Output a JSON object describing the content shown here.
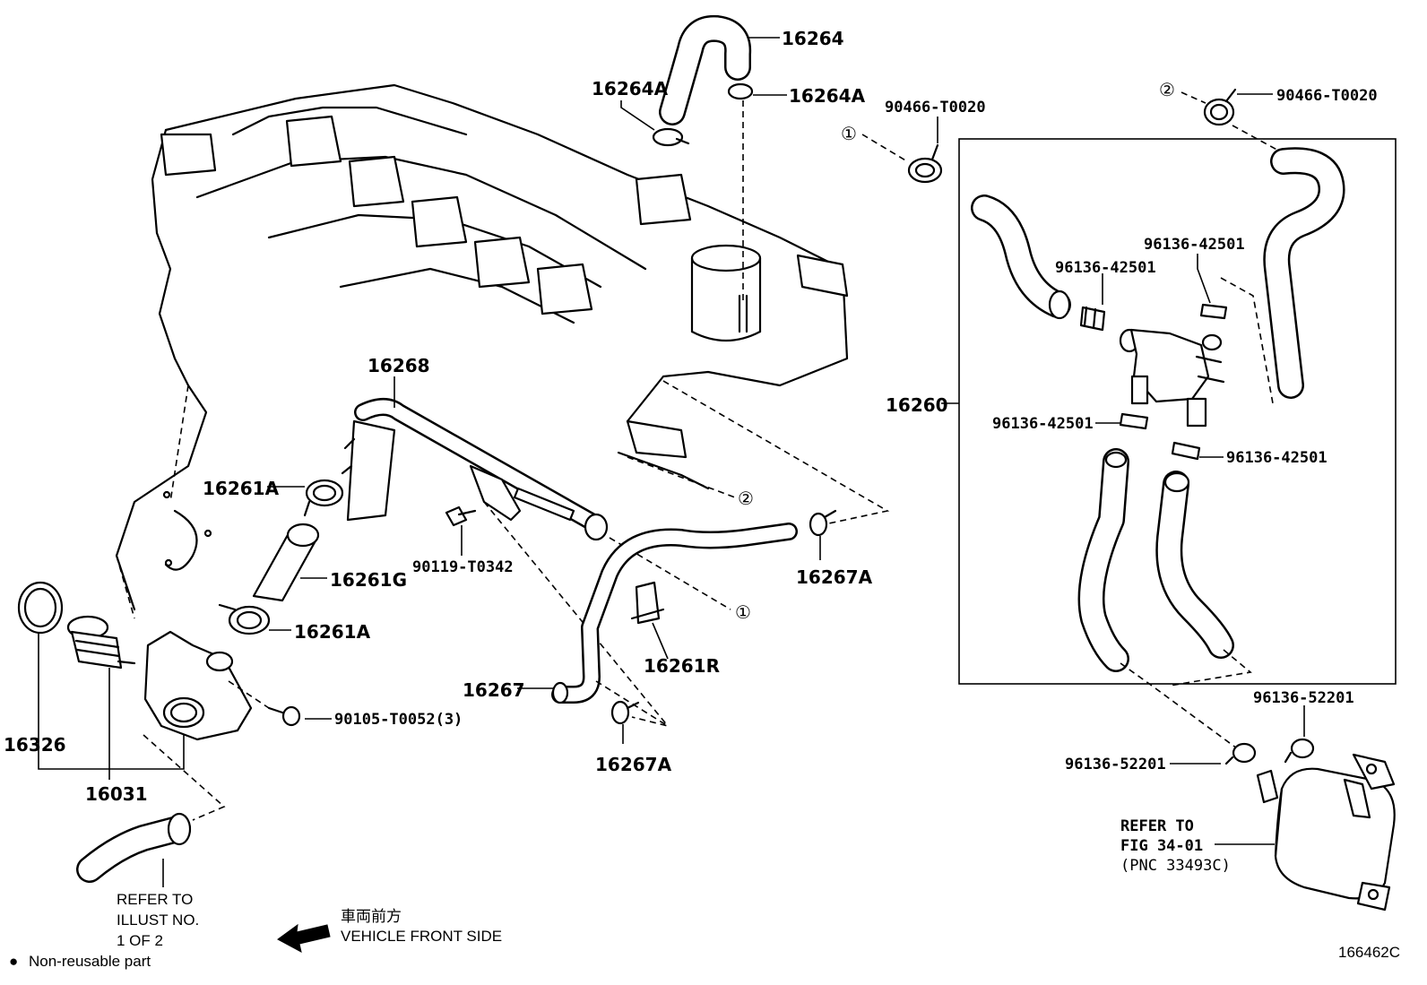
{
  "labels": {
    "p16264": "16264",
    "p16264A_left": "16264A",
    "p16264A_right": "16264A",
    "p90466_left": "90466-T0020",
    "p90466_right": "90466-T0020",
    "p96136_42501_a": "96136-42501",
    "p96136_42501_b": "96136-42501",
    "p96136_42501_c": "96136-42501",
    "p96136_42501_d": "96136-42501",
    "p16260": "16260",
    "p16268": "16268",
    "p16261A_top": "16261A",
    "p16261G": "16261G",
    "p16261A_bottom": "16261A",
    "p90119": "90119-T0342",
    "p16267A_right": "16267A",
    "p16261R": "16261R",
    "p16267": "16267",
    "p16267A_bottom": "16267A",
    "p90105": "90105-T0052(3)",
    "p16326": "16326",
    "p16031": "16031",
    "p96136_52201_a": "96136-52201",
    "p96136_52201_b": "96136-52201",
    "figure_code": "166462C"
  },
  "notes": {
    "refer_illust_line1": "REFER TO",
    "refer_illust_line2": "ILLUST NO.",
    "refer_illust_line3": "1 OF 2",
    "refer_fig_line1": "REFER TO",
    "refer_fig_line2": "FIG 34-01",
    "refer_fig_line3": "(PNC 33493C)",
    "vehicle_front_jp": "車両前方",
    "vehicle_front_en": "VEHICLE FRONT SIDE",
    "legend_text": "Non-reusable part"
  },
  "markers": {
    "circle_1": "①",
    "circle_2": "②",
    "bullet": "●"
  }
}
